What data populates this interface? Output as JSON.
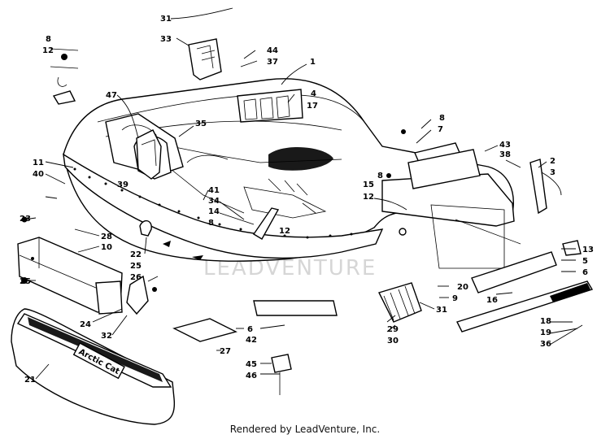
{
  "footer": "Rendered by LeadVenture, Inc.",
  "watermark": "LEADVENTURE",
  "logo_text": "Arctic Cat",
  "callouts": [
    "31",
    "33",
    "44",
    "37",
    "1",
    "8",
    "12",
    "47",
    "4",
    "17",
    "35",
    "8",
    "7",
    "43",
    "38",
    "2",
    "3",
    "11",
    "40",
    "39",
    "41",
    "34",
    "14",
    "8",
    "15",
    "12",
    "23",
    "28",
    "10",
    "22",
    "25",
    "26",
    "12",
    "8",
    "13",
    "5",
    "6",
    "25",
    "20",
    "9",
    "16",
    "31",
    "29",
    "30",
    "24",
    "32",
    "6",
    "42",
    "18",
    "19",
    "36",
    "27",
    "45",
    "46",
    "21"
  ]
}
